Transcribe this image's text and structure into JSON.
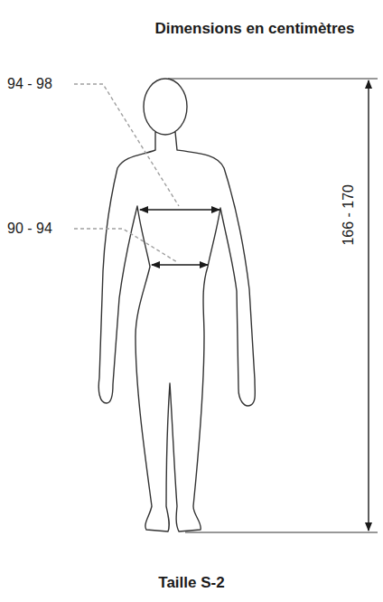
{
  "diagram": {
    "title": "Dimensions en centimètres",
    "caption": "Taille S-2",
    "labels": [
      "94 - 98",
      "90 - 94",
      "166 - 170"
    ]
  }
}
